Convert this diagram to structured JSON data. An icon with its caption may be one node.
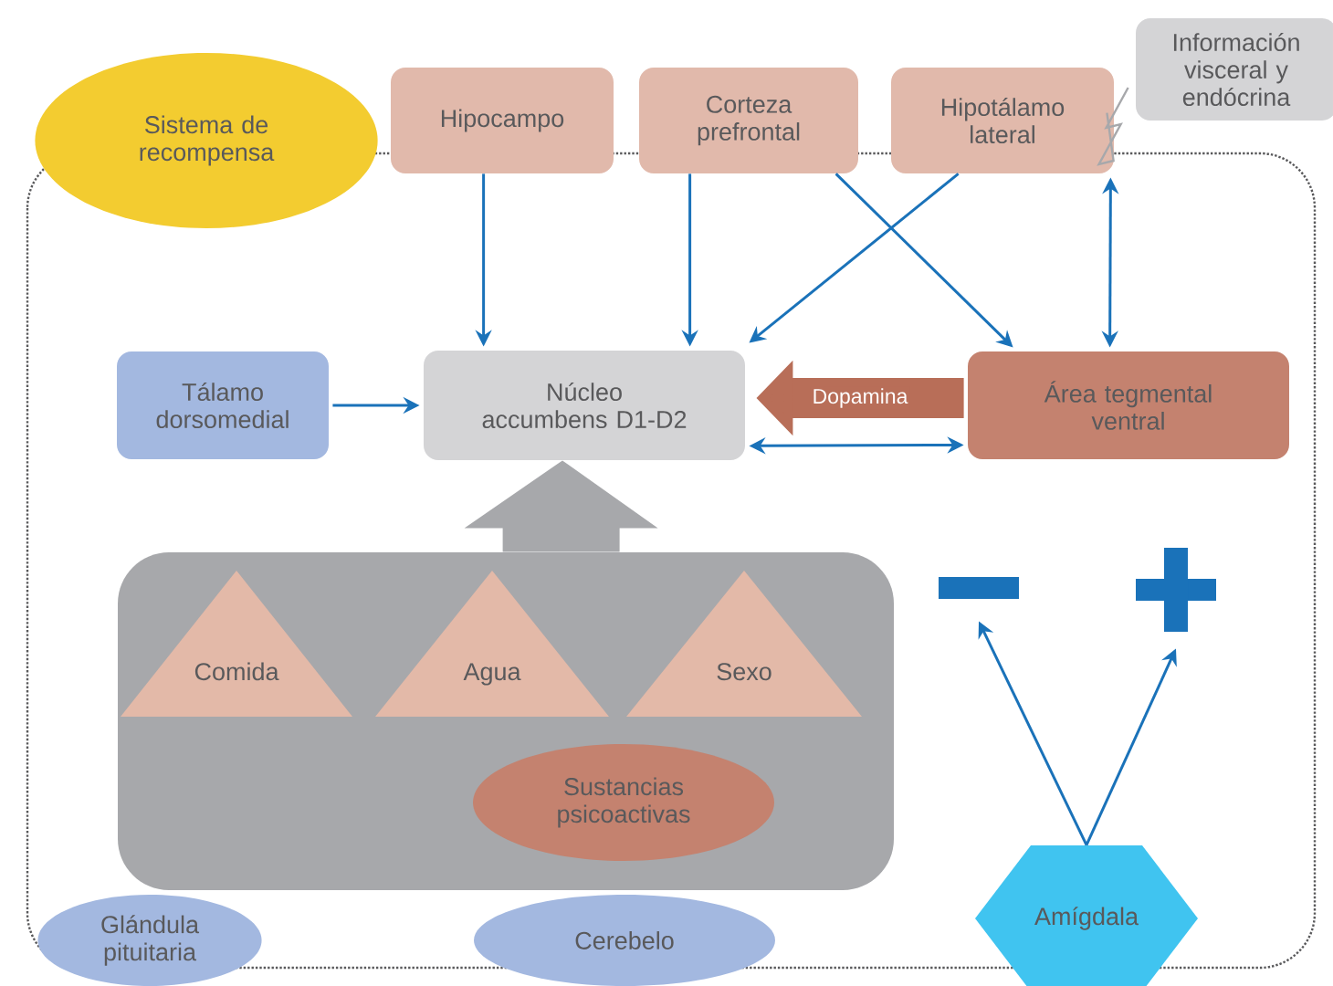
{
  "diagram": {
    "nodes": [
      {
        "text": [
          "Sistema de recompensa"
        ]
      },
      {
        "text": [
          "Hipocampo"
        ]
      },
      {
        "text": [
          "Corteza prefrontal"
        ]
      },
      {
        "text": [
          "Hipotálamo lateral"
        ]
      },
      {
        "text": [
          "Información visceral y endócrina"
        ]
      },
      {
        "text": [
          "Tálamo dorsomedial"
        ]
      },
      {
        "text": [
          "Núcleo accumbens D1-D2"
        ]
      },
      {
        "text": [
          "Área tegmental ventral"
        ]
      },
      {
        "text": [],
        "shape": "box"
      },
      {
        "text": [
          "Comida"
        ],
        "in": 8
      },
      {
        "text": [
          "Agua"
        ],
        "in": 8
      },
      {
        "text": [
          "Sexo"
        ],
        "in": 8
      },
      {
        "text": [
          "Sustancias psicoactivas"
        ],
        "in": 8
      },
      {
        "text": [],
        "shape": "minus"
      },
      {
        "text": [],
        "shape": "plus"
      },
      {
        "text": [
          "Glándula pituitaria"
        ]
      },
      {
        "text": [
          "Cerebelo"
        ]
      },
      {
        "text": [
          "Amígdala"
        ]
      }
    ],
    "edges": [
      {
        "from": 1,
        "to": 6,
        "arrow": "to"
      },
      {
        "from": 2,
        "to": 6,
        "arrow": "to"
      },
      {
        "from": 2,
        "to": 7,
        "arrow": "to"
      },
      {
        "from": 3,
        "to": 6,
        "arrow": "to"
      },
      {
        "from": 3,
        "to": 7,
        "arrow": "both"
      },
      {
        "from": 5,
        "to": 6,
        "arrow": "to"
      },
      {
        "from": 7,
        "to": 6,
        "arrow": "to",
        "label": "Dopamina",
        "style": "thick",
        "color": "#b86e58"
      },
      {
        "from": 7,
        "to": 6,
        "arrow": "both"
      },
      {
        "from": 8,
        "to": 6,
        "arrow": "to",
        "style": "thick",
        "color": "#a7a8ab"
      },
      {
        "from": 17,
        "to": 13,
        "arrow": "to"
      },
      {
        "from": 17,
        "to": 14,
        "arrow": "to"
      },
      {
        "from": 4,
        "to": 3,
        "arrow": "none",
        "color": "#a7a8ab"
      }
    ]
  }
}
